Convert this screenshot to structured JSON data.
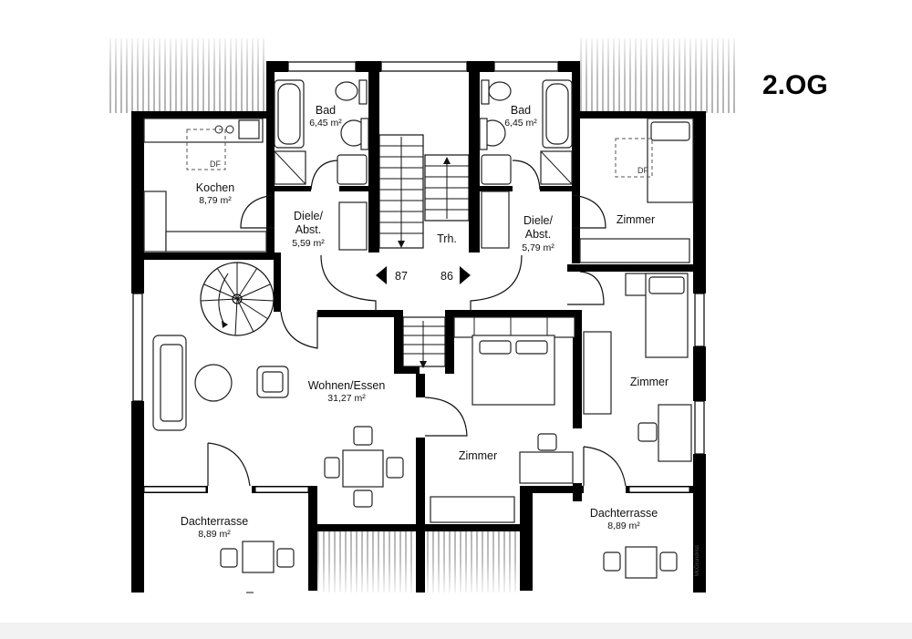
{
  "floor_label": "2.OG",
  "watermark": "McGrundriss",
  "stair_numbers": {
    "left": "87",
    "right": "86"
  },
  "rooms": {
    "bad_left": {
      "name": "Bad",
      "area": "6,45 m²"
    },
    "bad_right": {
      "name": "Bad",
      "area": "6,45 m²"
    },
    "kochen": {
      "name": "Kochen",
      "area": "8,79 m²"
    },
    "diele_left": {
      "name1": "Diele/",
      "name2": "Abst.",
      "area": "5,59 m²"
    },
    "diele_right": {
      "name1": "Diele/",
      "name2": "Abst.",
      "area": "5,79 m²"
    },
    "treppenhaus": {
      "name": "Trh."
    },
    "zimmer_top_right": {
      "name": "Zimmer"
    },
    "zimmer_mid_right": {
      "name": "Zimmer"
    },
    "zimmer_center": {
      "name": "Zimmer"
    },
    "wohnen": {
      "name": "Wohnen/Essen",
      "area": "31,27 m²"
    },
    "terrasse_left": {
      "name": "Dachterrasse",
      "area": "8,89 m²"
    },
    "terrasse_right": {
      "name": "Dachterrasse",
      "area": "8,89 m²"
    }
  },
  "skylights": {
    "kochen": "DF",
    "zimmer": "DF"
  }
}
